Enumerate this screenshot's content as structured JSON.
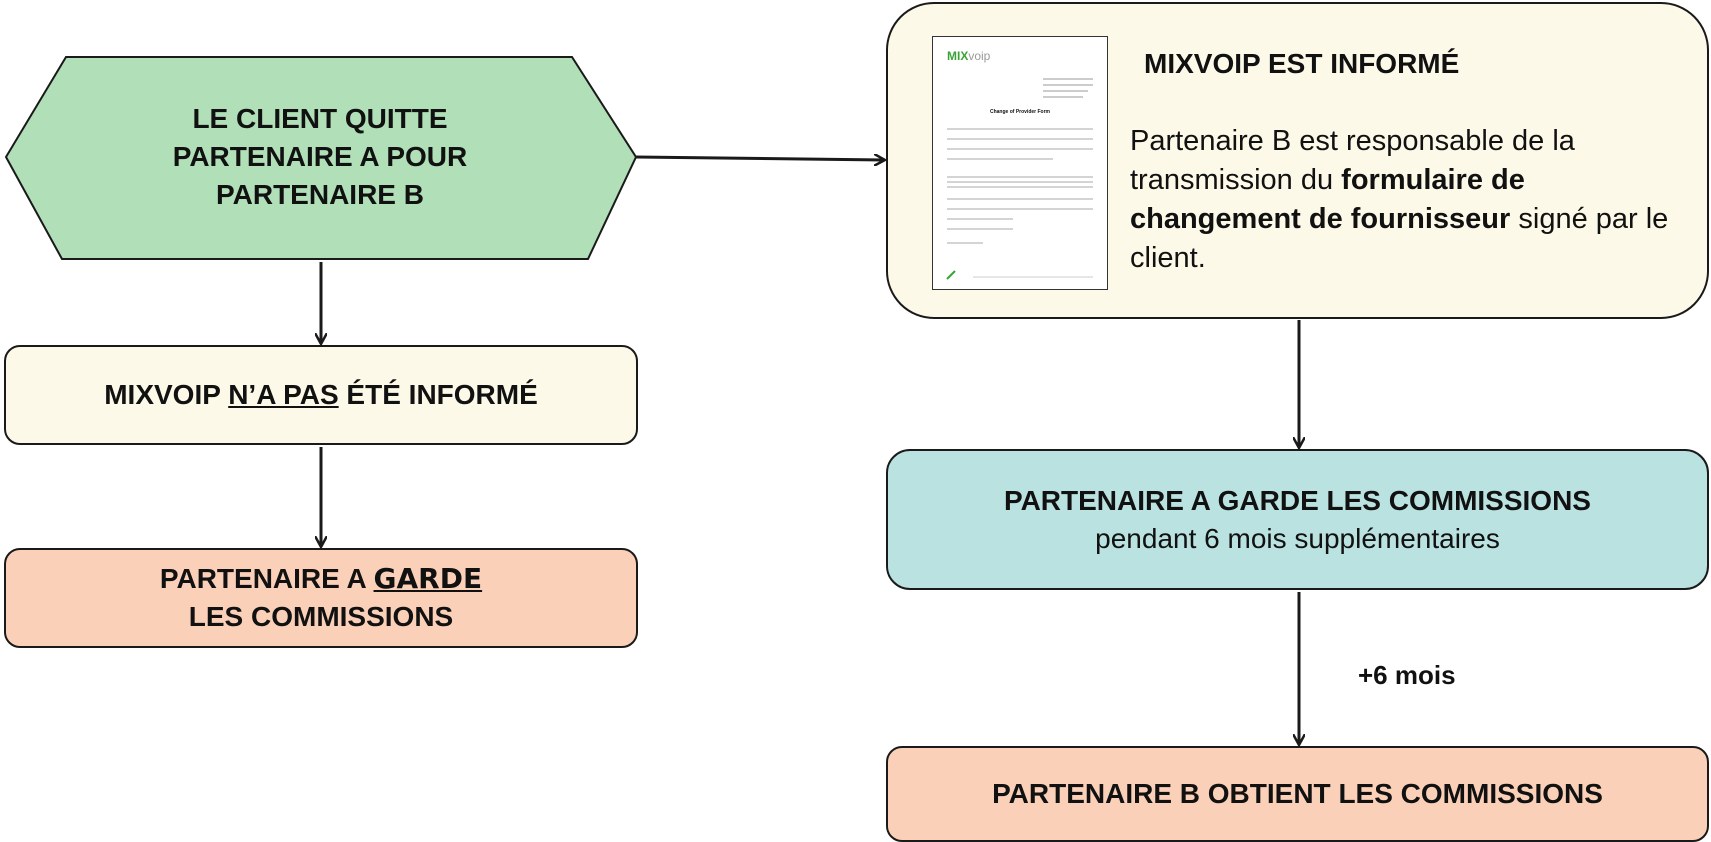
{
  "start": {
    "line1": "LE CLIENT QUITTE",
    "line2": "PARTENAIRE A POUR",
    "line3": "PARTENAIRE B"
  },
  "not_informed": {
    "prefix": "MIXVOIP ",
    "underlined": "N’A PAS",
    "suffix": " ÉTÉ INFORMÉ"
  },
  "a_keeps": {
    "prefix": "PARTENAIRE A ",
    "underlined": "GARDE",
    "line2": "LES COMMISSIONS"
  },
  "informed": {
    "title": "MIXVOIP EST INFORMÉ",
    "desc_part1": "Partenaire B est responsable de la transmission du ",
    "desc_bold": "formulaire de changement de fournisseur",
    "desc_part2": " signé par le client."
  },
  "document": {
    "logo_green": "MIX",
    "logo_grey": "voip",
    "title": "Change of Provider Form",
    "icon": "document-thumbnail"
  },
  "a_keeps_6": {
    "title": "PARTENAIRE A GARDE LES COMMISSIONS",
    "sub": "pendant 6 mois supplémentaires"
  },
  "delay_label": "+6 mois",
  "b_obtains": {
    "title": "PARTENAIRE B OBTIENT LES COMMISSIONS"
  },
  "colors": {
    "start_fill": "#b0dfb8",
    "cream_fill": "#fdf9e8",
    "salmon_fill": "#fbd0b9",
    "teal_fill": "#b9e2e0",
    "stroke": "#1a1a1a",
    "logo_green": "#3aa335"
  }
}
